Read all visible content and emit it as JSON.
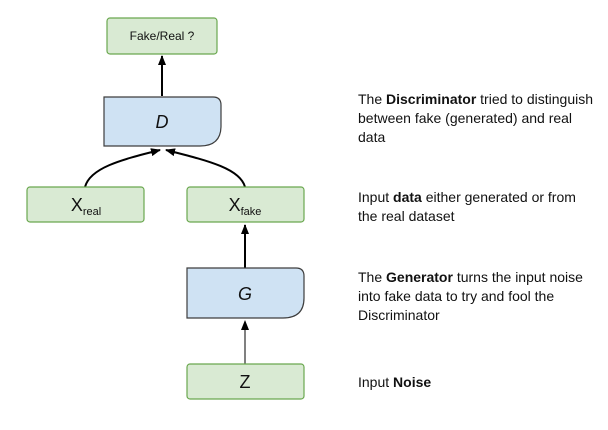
{
  "nodes": {
    "output": {
      "label": "Fake/Real ?"
    },
    "discriminator": {
      "label": "D"
    },
    "x_real": {
      "main": "X",
      "sub": "real"
    },
    "x_fake": {
      "main": "X",
      "sub": "fake"
    },
    "generator": {
      "label": "G"
    },
    "noise": {
      "label": "Z"
    }
  },
  "descriptions": {
    "discriminator": {
      "before": "The ",
      "bold": "Discriminator",
      "after": " tried to distinguish between fake (generated) and real data"
    },
    "data": {
      "before": "Input ",
      "bold": "data",
      "after": " either generated or from the real dataset"
    },
    "generator": {
      "before": "The ",
      "bold": "Generator",
      "after": " turns the input noise into fake data to try and fool the Discriminator"
    },
    "noise": {
      "before": "Input ",
      "bold": "Noise",
      "after": ""
    }
  },
  "colors": {
    "green_fill": "#d9ead3",
    "green_stroke": "#6aa84f",
    "blue_fill": "#cfe2f3",
    "blue_stroke": "#3d3d3d",
    "arrow": "#000000"
  }
}
